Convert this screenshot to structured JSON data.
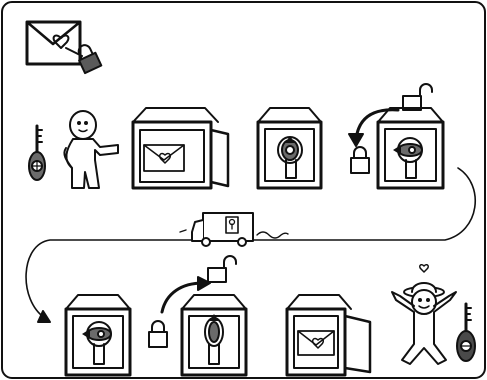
{
  "diagram": {
    "panels": [
      {
        "name": "locked-letter-icon"
      },
      {
        "name": "sender-with-key-figure"
      },
      {
        "name": "open-box-with-letter"
      },
      {
        "name": "box-with-sender-lock"
      },
      {
        "name": "box-with-two-locks"
      },
      {
        "name": "delivery-truck-icon"
      },
      {
        "name": "box-with-receiver-lock"
      },
      {
        "name": "box-sender-lock-removed"
      },
      {
        "name": "open-box-letter-received"
      },
      {
        "name": "receiver-figure-with-hat"
      }
    ],
    "colors": {
      "ink": "#111111",
      "lock_gray": "#5a5a5a",
      "sender_key": "#6b6b6b",
      "receiver_key": "#4a4a4a",
      "background": "#ffffff"
    }
  }
}
